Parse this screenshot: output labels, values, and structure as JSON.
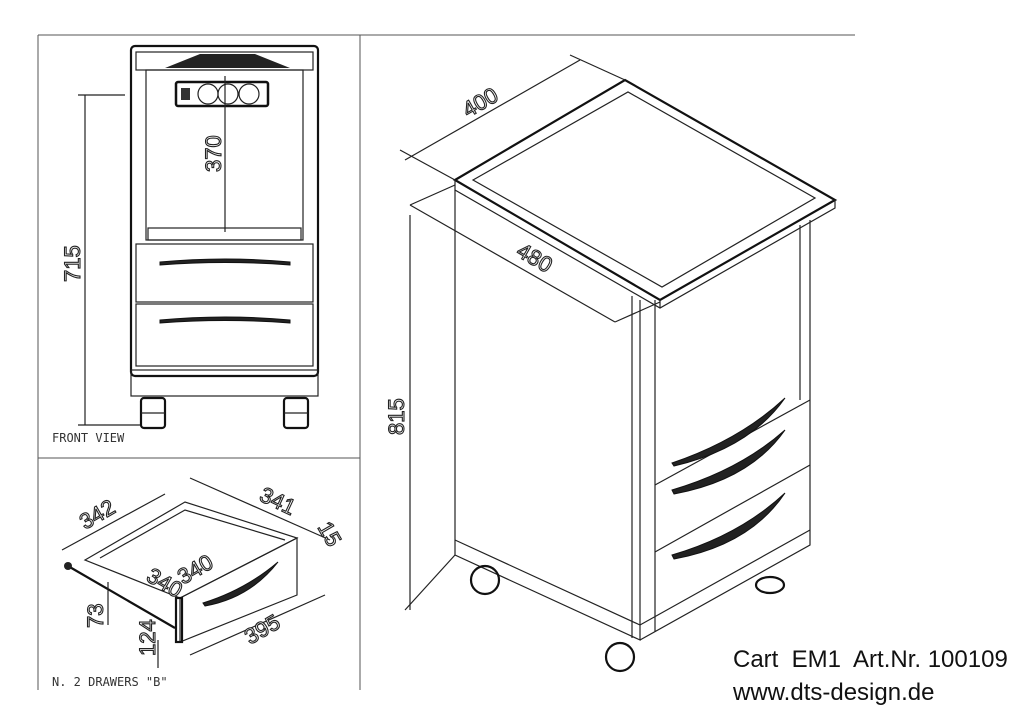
{
  "front_view": {
    "label": "FRONT VIEW",
    "dim_height": "715",
    "dim_socket": "370"
  },
  "drawer_view": {
    "label": "N. 2 DRAWERS \"B\"",
    "dim_width_outer": "342",
    "dim_depth_outer": "341",
    "dim_front_thickness": "15",
    "dim_inner_width": "340",
    "dim_inner_depth": "340",
    "dim_inner_height": "73",
    "dim_front_height": "124",
    "dim_front_width": "395"
  },
  "iso_view": {
    "dim_width": "400",
    "dim_depth": "480",
    "dim_height": "815"
  },
  "caption": {
    "product": "Cart  EM1  Art.Nr. 100109",
    "website": "www.dts-design.de"
  }
}
